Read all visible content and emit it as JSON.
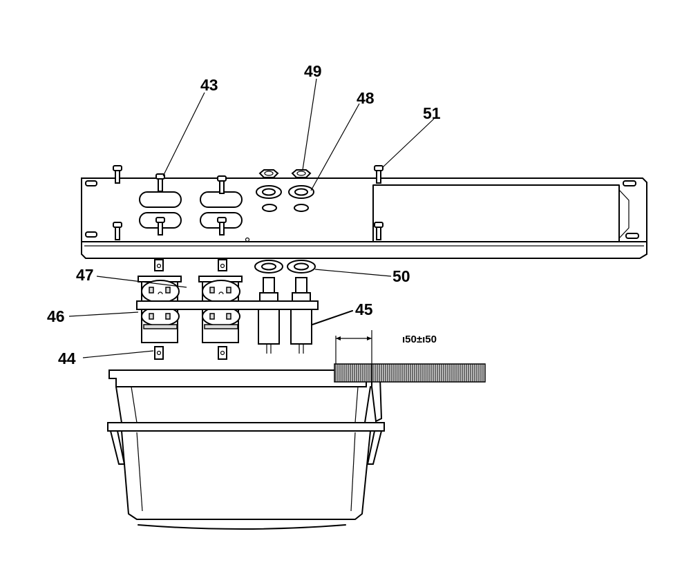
{
  "callouts": [
    {
      "id": "43",
      "label": "43"
    },
    {
      "id": "44",
      "label": "44"
    },
    {
      "id": "45",
      "label": "45"
    },
    {
      "id": "46",
      "label": "46"
    },
    {
      "id": "47",
      "label": "47"
    },
    {
      "id": "48",
      "label": "48"
    },
    {
      "id": "49",
      "label": "49"
    },
    {
      "id": "50",
      "label": "50"
    },
    {
      "id": "51",
      "label": "51"
    }
  ],
  "dimension": {
    "text": "ı50±ı50"
  }
}
